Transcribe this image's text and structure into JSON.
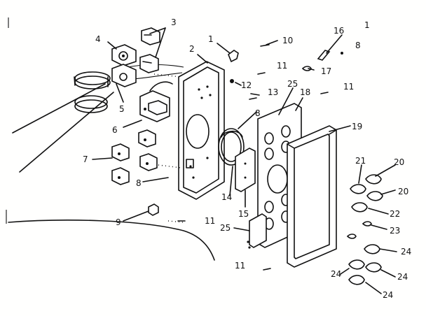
{
  "callouts": [
    {
      "id": "c1",
      "text": "1"
    },
    {
      "id": "c2",
      "text": "2"
    },
    {
      "id": "c3",
      "text": "3"
    },
    {
      "id": "c4",
      "text": "4"
    },
    {
      "id": "c5",
      "text": "5"
    },
    {
      "id": "c6",
      "text": "6"
    },
    {
      "id": "c7",
      "text": "7"
    },
    {
      "id": "c8a",
      "text": "8"
    },
    {
      "id": "c8b",
      "text": "8"
    },
    {
      "id": "c8c",
      "text": "8"
    },
    {
      "id": "c9",
      "text": "9"
    },
    {
      "id": "c10",
      "text": "10"
    },
    {
      "id": "c11a",
      "text": "11"
    },
    {
      "id": "c11b",
      "text": "11"
    },
    {
      "id": "c11c",
      "text": "11"
    },
    {
      "id": "c11d",
      "text": "11"
    },
    {
      "id": "c12",
      "text": "12"
    },
    {
      "id": "c13",
      "text": "13"
    },
    {
      "id": "c14",
      "text": "14"
    },
    {
      "id": "c15",
      "text": "15"
    },
    {
      "id": "c16",
      "text": "16"
    },
    {
      "id": "c17",
      "text": "17"
    },
    {
      "id": "c18",
      "text": "18"
    },
    {
      "id": "c19",
      "text": "19"
    },
    {
      "id": "c20a",
      "text": "20"
    },
    {
      "id": "c20b",
      "text": "20"
    },
    {
      "id": "c21",
      "text": "21"
    },
    {
      "id": "c22",
      "text": "22"
    },
    {
      "id": "c23",
      "text": "23"
    },
    {
      "id": "c24a",
      "text": "24"
    },
    {
      "id": "c24b",
      "text": "24"
    },
    {
      "id": "c24c",
      "text": "24"
    },
    {
      "id": "c24d",
      "text": "24"
    },
    {
      "id": "c25a",
      "text": "25"
    },
    {
      "id": "c25b",
      "text": "25"
    },
    {
      "id": "corner",
      "text": "1"
    }
  ]
}
